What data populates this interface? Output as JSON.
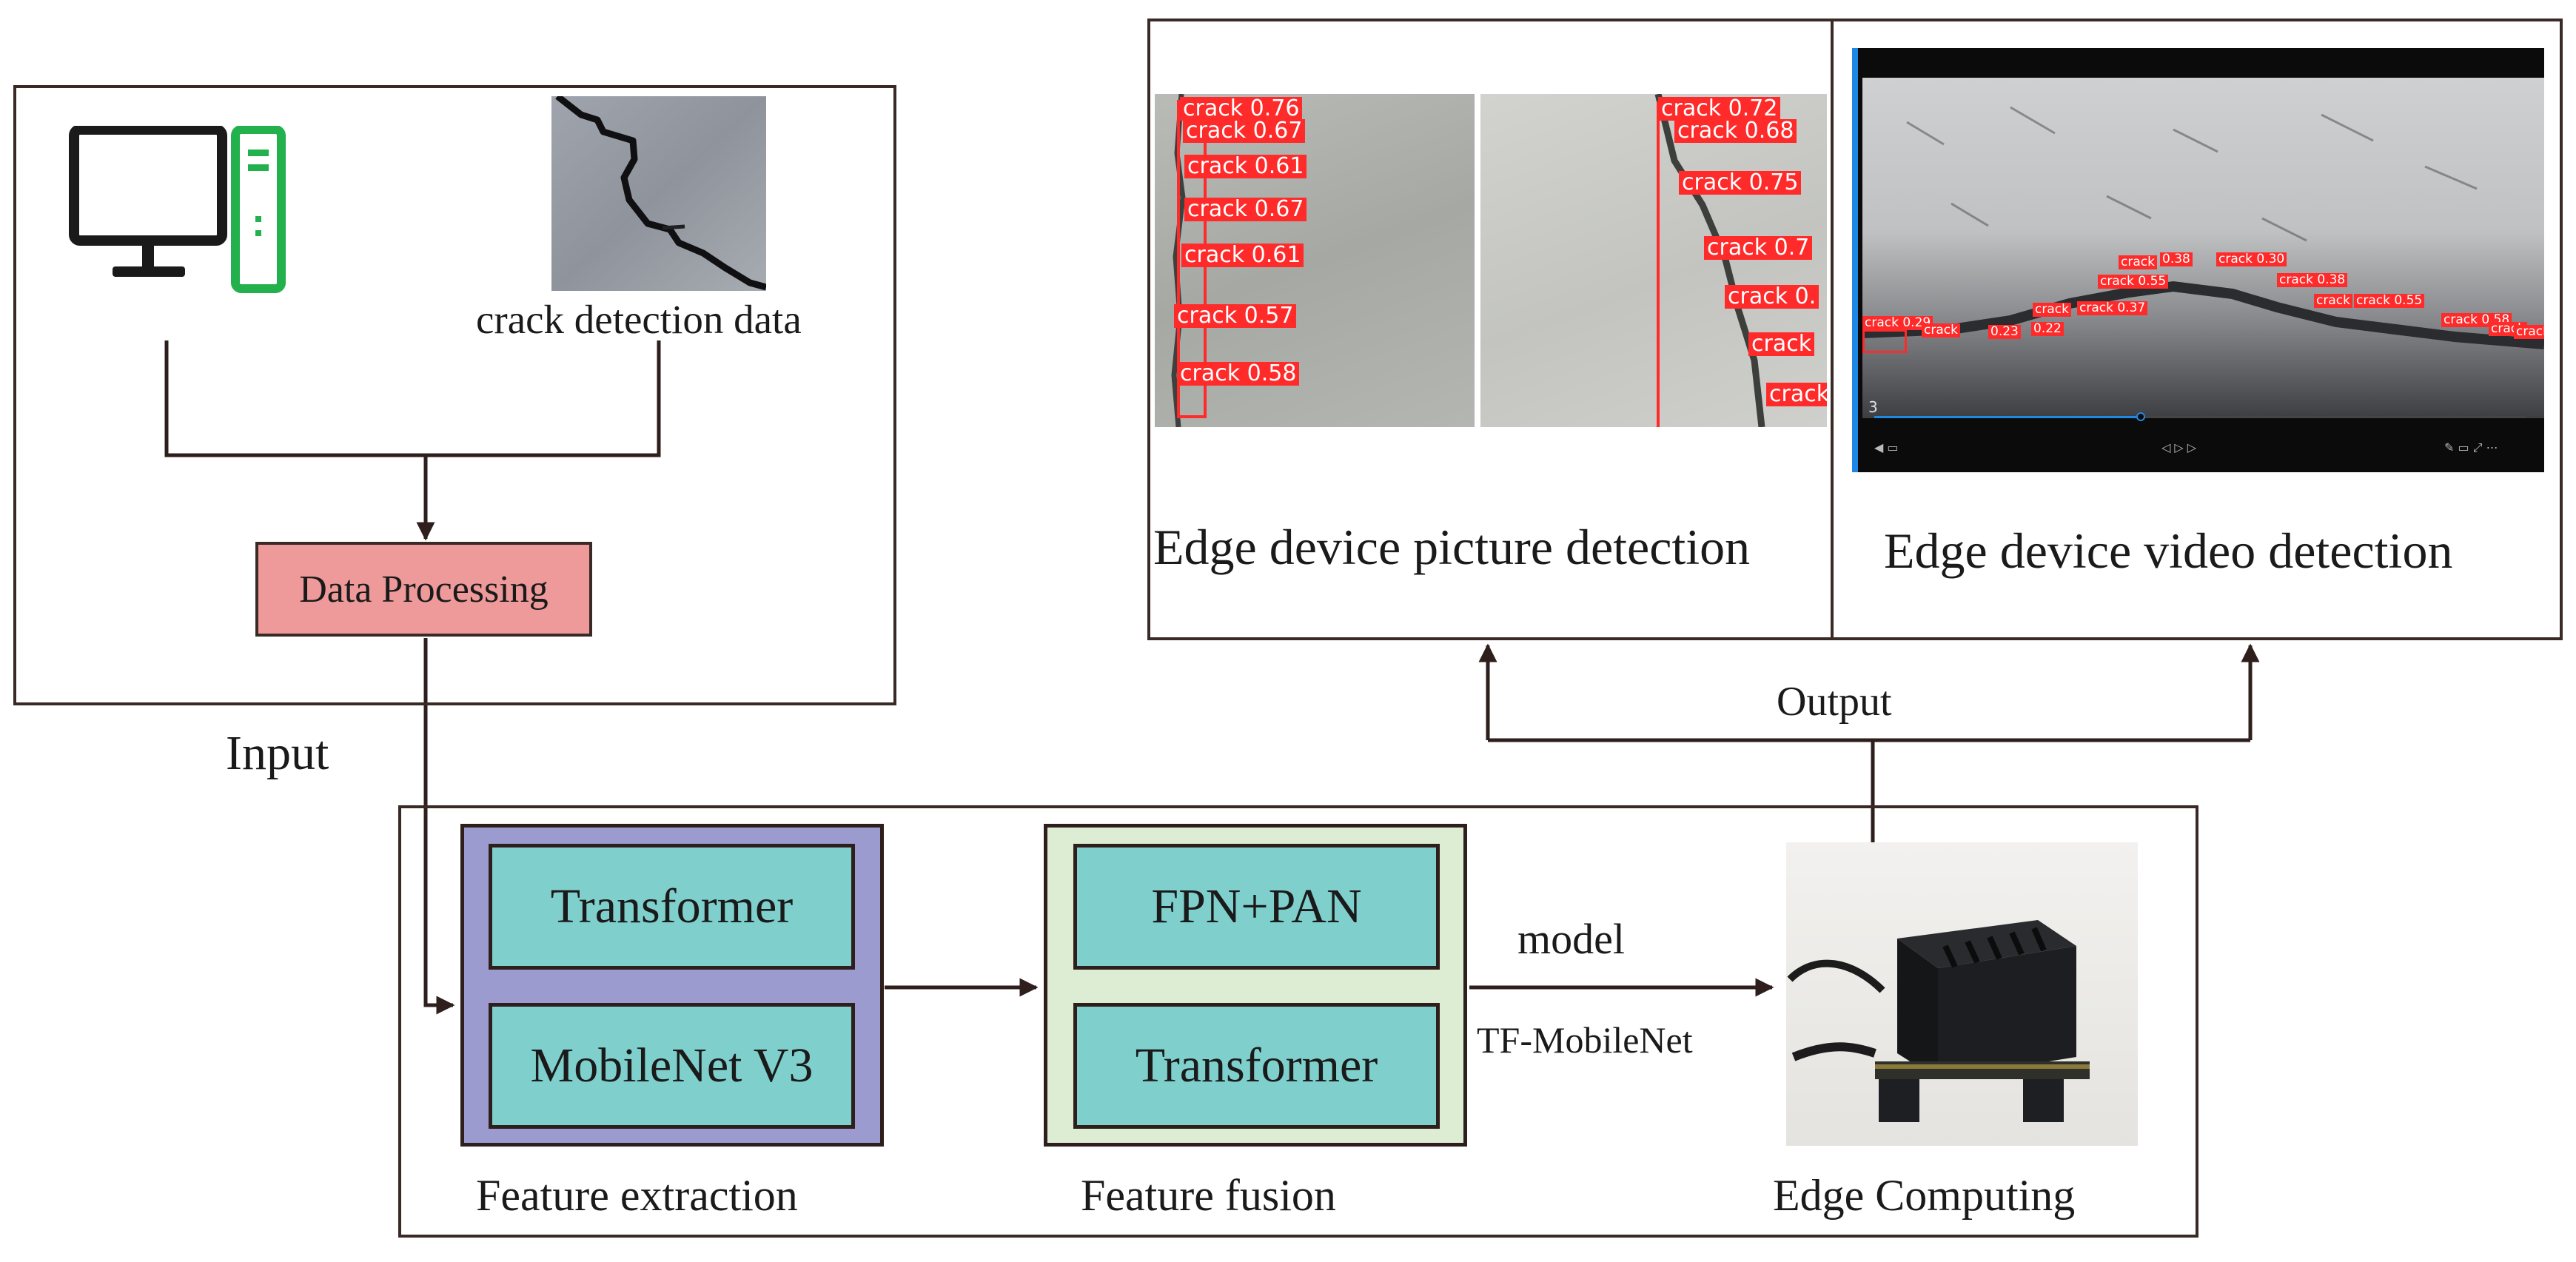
{
  "input_block": {
    "dataset_caption": "crack detection data",
    "processing_label": "Data Processing",
    "title": "Input"
  },
  "pipeline": {
    "feature_extraction": {
      "blocks": [
        "Transformer",
        "MobileNet V3"
      ],
      "caption": "Feature extraction"
    },
    "feature_fusion": {
      "blocks": [
        "FPN+PAN",
        "Transformer"
      ],
      "caption": "Feature fusion"
    },
    "arrow_label_top": "model",
    "arrow_label_bottom": "TF-MobileNet",
    "edge_caption": "Edge Computing"
  },
  "output_block": {
    "label": "Output",
    "picture_caption": "Edge device picture detection",
    "video_caption": "Edge device video detection",
    "picture_left_detections": [
      "crack 0.76",
      "crack 0.67",
      "crack 0.61",
      "crack 0.67",
      "crack 0.61",
      "crack 0.57",
      "crack 0.58"
    ],
    "picture_right_detections": [
      "crack 0.72",
      "crack 0.68",
      "crack 0.75",
      "crack 0.7",
      "crack 0.",
      "crack",
      "crack"
    ],
    "video_detections": [
      "crack 0.29",
      "crack",
      "0.23",
      "0.22",
      "crack",
      "crack 0.37",
      "crack 0.55",
      "crack",
      "0.38",
      "crack 0.30",
      "crack 0.38",
      "crack",
      "crack 0.55",
      "crack 0.58",
      "crack",
      "crack"
    ],
    "video_frame_number": "3"
  },
  "colors": {
    "frame_border": "#3a2a26",
    "teal_block": "#7fcfcc",
    "extraction_bg": "#9b9bd0",
    "fusion_bg": "#dcedd3",
    "processing_bg": "#ef9a9a",
    "detection_red": "#ff2a2a",
    "computer_icon_green": "#22b14c"
  },
  "icons": [
    "monitor-icon",
    "pc-tower-icon"
  ]
}
